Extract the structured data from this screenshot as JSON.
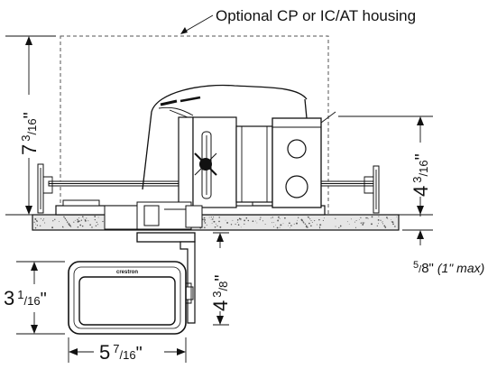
{
  "callout": {
    "housing_label": "Optional CP or IC/AT housing"
  },
  "dimensions": {
    "height_total": {
      "whole": "7",
      "num": "3",
      "den": "16",
      "unit": "\""
    },
    "height_housing": {
      "whole": "4",
      "num": "3",
      "den": "16",
      "unit": "\""
    },
    "ceiling_thickness": {
      "num": "5",
      "den": "8",
      "unit": "\"",
      "note": "(1\" max)"
    },
    "driver_height": {
      "whole": "4",
      "num": "3",
      "den": "8",
      "unit": "\""
    },
    "box_height": {
      "whole": "3",
      "num": "1",
      "den": "16",
      "unit": "\""
    },
    "box_width": {
      "whole": "5",
      "num": "7",
      "den": "16",
      "unit": "\""
    }
  },
  "device": {
    "brand_text": "crestron"
  },
  "colors": {
    "ink": "#111111",
    "ceiling_fill": "#e6e6e6",
    "dashed_outline": "#555555"
  }
}
